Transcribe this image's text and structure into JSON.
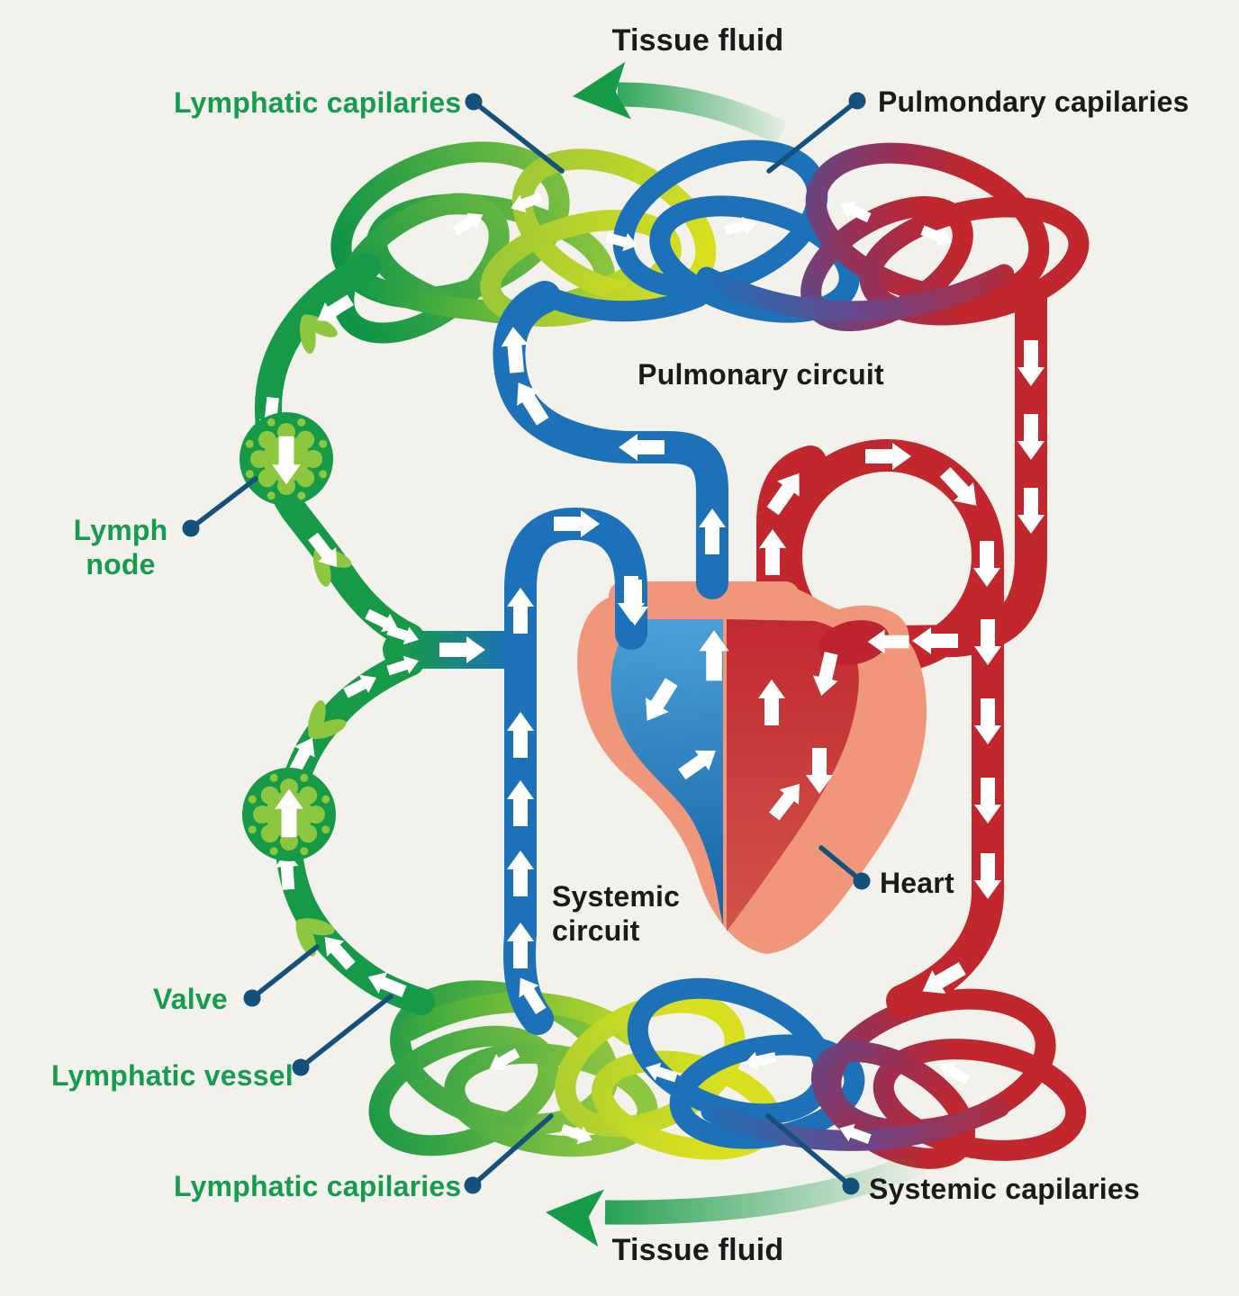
{
  "diagram": {
    "labels": {
      "tissue_fluid_top": "Tissue fluid",
      "lymphatic_capillaries_top": "Lymphatic capilaries",
      "pulmonary_capillaries": "Pulmondary capilaries",
      "pulmonary_circuit": "Pulmonary circuit",
      "lymph_node_line1": "Lymph",
      "lymph_node_line2": "node",
      "heart": "Heart",
      "systemic_circuit_line1": "Systemic",
      "systemic_circuit_line2": "circuit",
      "valve": "Valve",
      "lymphatic_vessel": "Lymphatic vessel",
      "lymphatic_capillaries_bottom": "Lymphatic capilaries",
      "systemic_capillaries": "Systemic capilaries",
      "tissue_fluid_bottom": "Tissue fluid"
    },
    "colors": {
      "background": "#F2F1EC",
      "label_green": "#169C4E",
      "label_dark": "#1A1A1A",
      "leader_line": "#15517D",
      "lymph_green": "#179A47",
      "lymph_light_green": "#8DC63F",
      "capillary_lime": "#C9DB25",
      "vein_blue": "#1D71B8",
      "artery_red": "#C1272D",
      "heart_salmon": "#F0977B"
    }
  }
}
